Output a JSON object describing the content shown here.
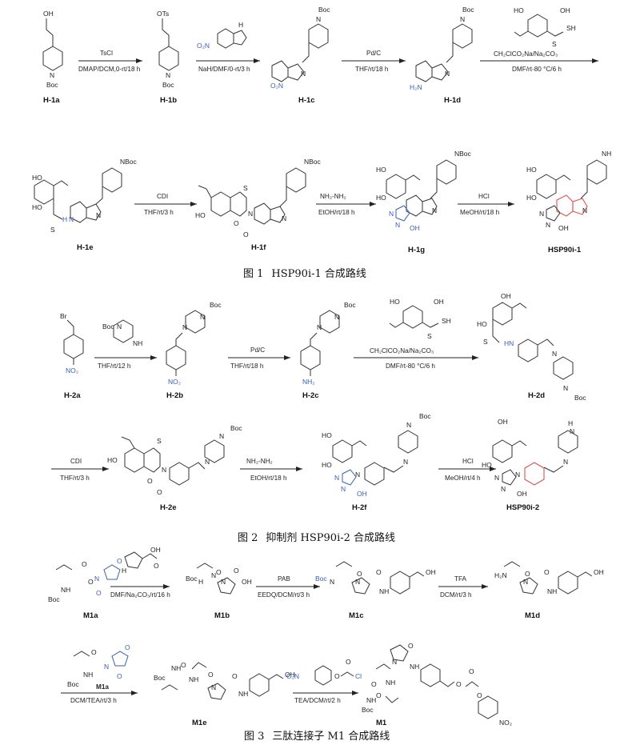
{
  "figures": [
    {
      "caption_prefix": "图 1",
      "caption_title": "HSP90i-1 合成路线",
      "compounds": [
        "H-1a",
        "H-1b",
        "H-1c",
        "H-1d",
        "H-1e",
        "H-1f",
        "H-1g",
        "HSP90i-1"
      ],
      "conditions": [
        {
          "above": "TsCl",
          "below": "DMAP/DCM,0-rt/18 h"
        },
        {
          "above": "",
          "below": "NaH/DMF/0-rt/3 h"
        },
        {
          "above": "Pd/C",
          "below": "THF/rt/18 h"
        },
        {
          "above": "CH₂ClCO₂Na/Na₂CO₃",
          "below": "DMF/rt-80 °C/6 h"
        },
        {
          "above": "CDI",
          "below": "THF/rt/3 h"
        },
        {
          "above": "NH₂-NH₂",
          "below": "EtOH/rt/18 h"
        },
        {
          "above": "HCl",
          "below": "MeOH/rt/18 h"
        }
      ]
    },
    {
      "caption_prefix": "图 2",
      "caption_title": "抑制剂 HSP90i-2 合成路线",
      "compounds": [
        "H-2a",
        "H-2b",
        "H-2c",
        "H-2d",
        "H-2e",
        "H-2f",
        "HSP90i-2"
      ],
      "conditions": [
        {
          "above": "",
          "below": "THF/rt/12 h"
        },
        {
          "above": "Pd/C",
          "below": "THF/rt/18 h"
        },
        {
          "above": "CH₂ClCO₂Na/Na₂CO₃",
          "below": "DMF/rt-80 °C/6 h"
        },
        {
          "above": "CDI",
          "below": "THF/rt/3 h"
        },
        {
          "above": "NH₂-NH₂",
          "below": "EtOH/rt/18 h"
        },
        {
          "above": "HCl",
          "below": "MeOH/rt/4 h"
        }
      ]
    },
    {
      "caption_prefix": "图 3",
      "caption_title": "三肽连接子 M1 合成路线",
      "compounds": [
        "M1a",
        "M1b",
        "M1c",
        "M1d",
        "M1e",
        "M1"
      ],
      "conditions": [
        {
          "above": "",
          "below": "DMF/Na₂CO₃/rt/16 h"
        },
        {
          "above": "PAB",
          "below": "EEDQ/DCM/rt/3 h"
        },
        {
          "above": "TFA",
          "below": "DCM/rt/3 h"
        },
        {
          "above": "M1a",
          "below": "DCM/TEA/rt/3 h"
        },
        {
          "above": "",
          "below": "TEA/DCM/rt/2 h"
        }
      ]
    }
  ],
  "atoms": {
    "oh": "OH",
    "ots": "OTs",
    "n": "N",
    "nh": "NH",
    "h": "H",
    "boc": "Boc",
    "nboc": "NBoc",
    "o2n": "O₂N",
    "no2": "NO₂",
    "h2n": "H₂N",
    "nh2": "NH₂",
    "s": "S",
    "sh": "SH",
    "ho": "HO",
    "o": "O",
    "br": "Br",
    "cl": "Cl",
    "hn": "HN",
    "m1a": "M1a"
  }
}
